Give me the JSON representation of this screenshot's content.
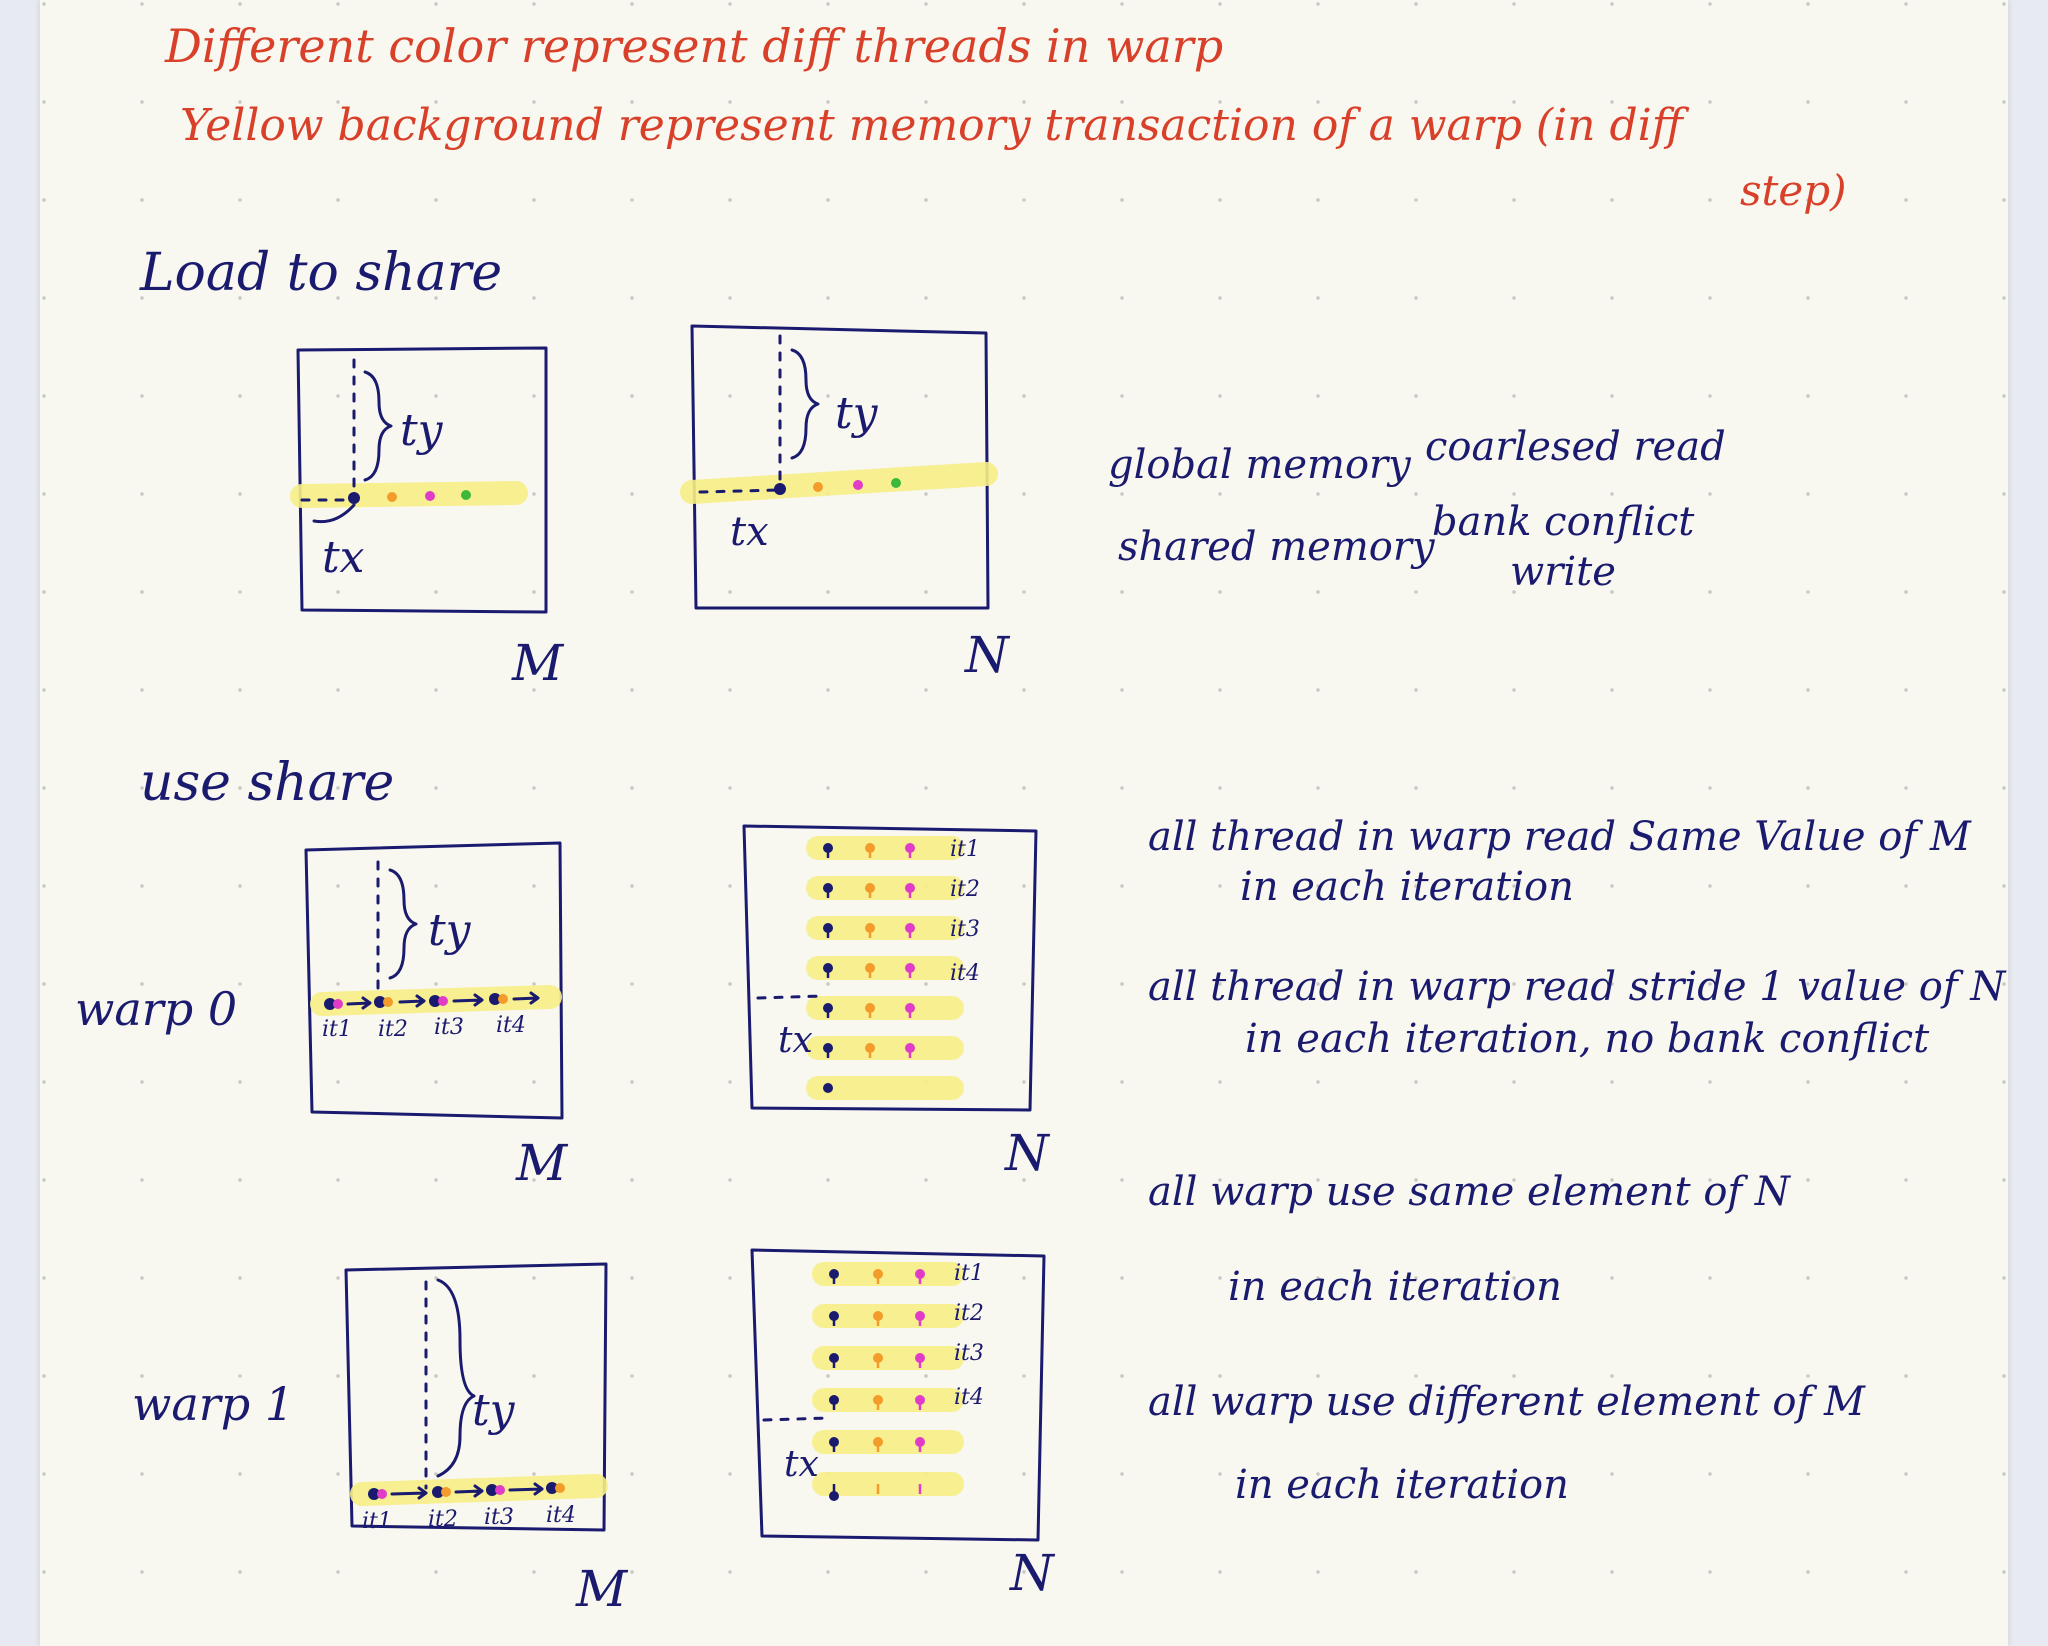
{
  "legend": {
    "line1": "Different color represent diff threads in warp",
    "line2": "Yellow background represent memory transaction of a warp (in diff",
    "line3": "step)"
  },
  "load_section": {
    "title": "Load to share",
    "m_label": "M",
    "n_label": "N",
    "tx": "tx",
    "ty": "ty",
    "notes": {
      "global": "global memory",
      "global_value": "coarlesed read",
      "shared": "shared memory",
      "shared_value": "bank conflict",
      "shared_value2": "write"
    }
  },
  "use_section": {
    "title": "use share",
    "warp0": "warp 0",
    "warp1": "warp 1",
    "m_label": "M",
    "n_label": "N",
    "tx": "tx",
    "ty": "ty",
    "iterations": [
      "it1",
      "it2",
      "it3",
      "it4"
    ],
    "notes": {
      "n1a": "all thread in warp read Same Value of M",
      "n1b": "in each iteration",
      "n2a": "all thread in warp read stride 1 value of N",
      "n2b": "in each iteration, no bank conflict",
      "n3a": "all warp use same element of N",
      "n3b": "in each iteration",
      "n4a": "all warp use different element of M",
      "n4b": "in each iteration"
    }
  },
  "colors": {
    "ink": "#1a1a6e",
    "red_ink": "#d8402a",
    "highlight": "#f7ef86",
    "thread_orange": "#f39c2b",
    "thread_magenta": "#e03cc8",
    "thread_green": "#3db83a"
  }
}
